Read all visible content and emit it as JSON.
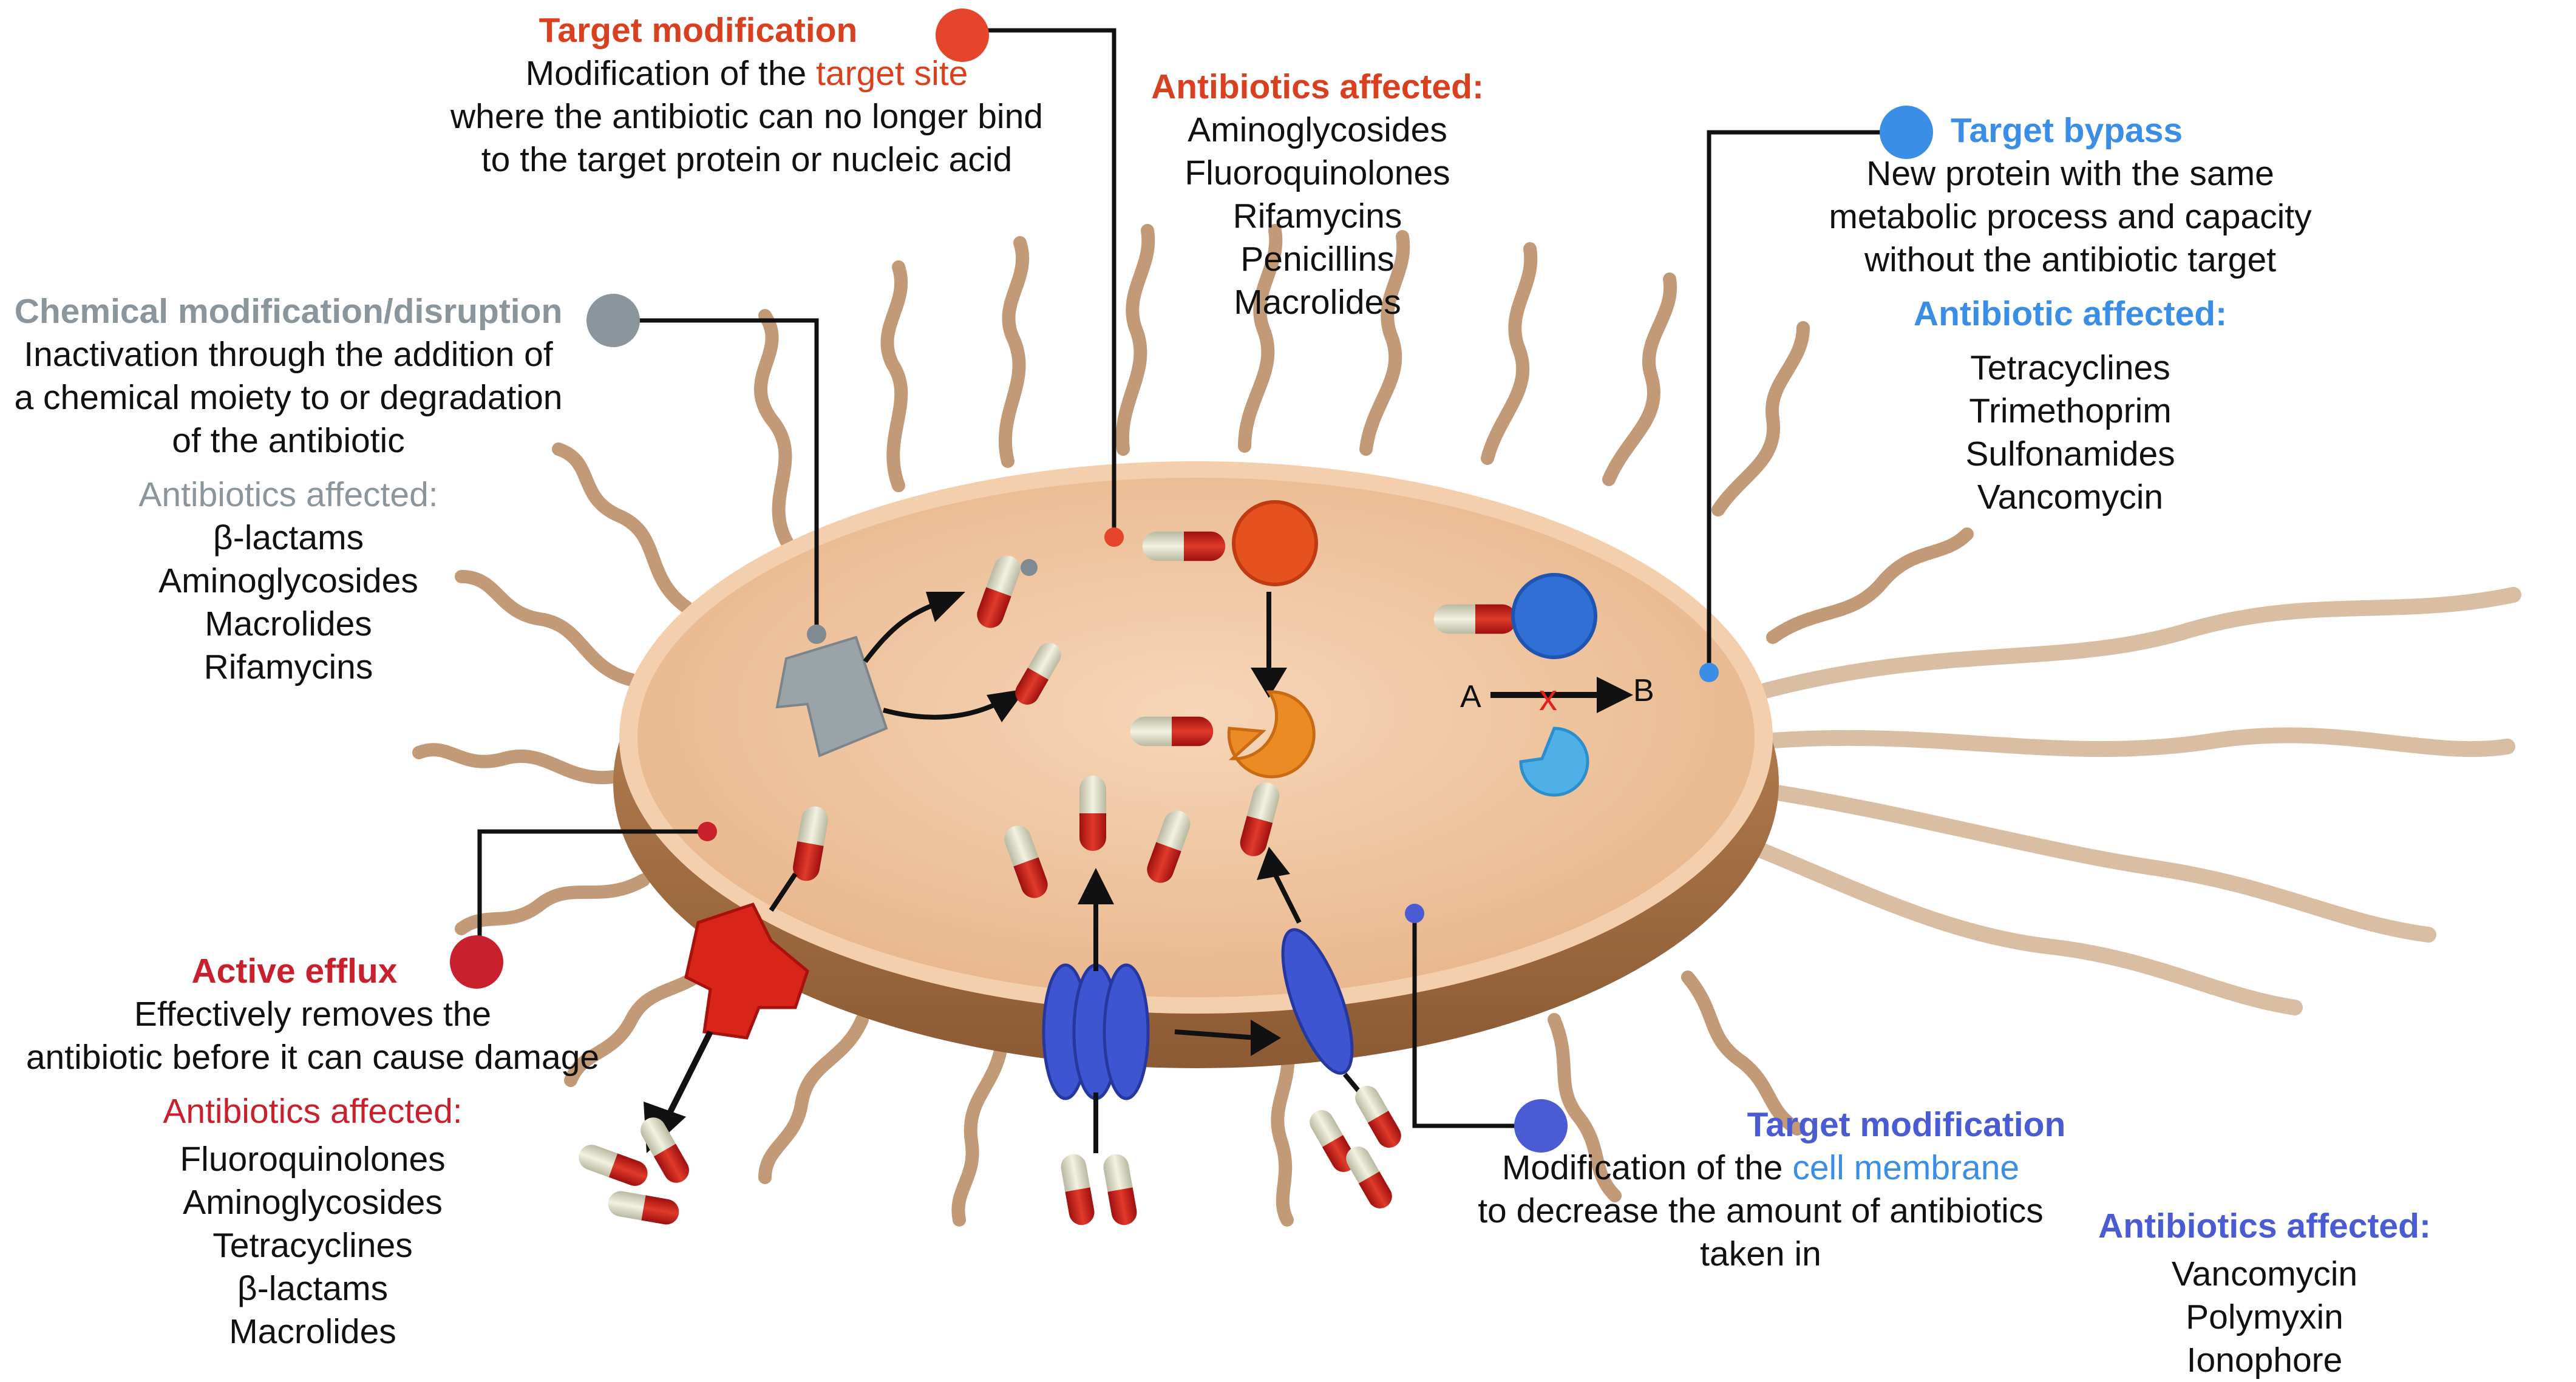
{
  "colors": {
    "target_mod_top": "#d9401f",
    "efflux": "#c8202d",
    "chemical": "#8a959c",
    "bypass": "#3b8ee6",
    "membrane_mod": "#4a5bd4",
    "cell_fill": "#f1c9a5",
    "cell_rim": "#b07a4e",
    "flagella": "#c29a78"
  },
  "target_modification_top": {
    "title": "Target modification",
    "desc_pre": "Modification of the ",
    "desc_highlight": "target site",
    "desc_post_1": "where the antibiotic can no longer bind",
    "desc_post_2": "to the target protein or nucleic acid",
    "affected_label": "Antibiotics affected:",
    "antibiotics": [
      "Aminoglycosides",
      "Fluoroquinolones",
      "Rifamycins",
      "Penicillins",
      "Macrolides"
    ]
  },
  "target_bypass": {
    "title": "Target bypass",
    "desc_1": "New protein with the same",
    "desc_2": "metabolic process and capacity",
    "desc_3": "without the antibiotic target",
    "affected_label": "Antibiotic affected:",
    "antibiotics": [
      "Tetracyclines",
      "Trimethoprim",
      "Sulfonamides",
      "Vancomycin"
    ],
    "pathway_a": "A",
    "pathway_b": "B"
  },
  "chemical_modification": {
    "title": "Chemical modification/disruption",
    "desc_1": "Inactivation through the addition of",
    "desc_2": "a chemical moiety to or degradation",
    "desc_3": "of the antibiotic",
    "affected_label": "Antibiotics affected:",
    "antibiotics": [
      "β-lactams",
      "Aminoglycosides",
      "Macrolides",
      "Rifamycins"
    ]
  },
  "active_efflux": {
    "title": "Active efflux",
    "desc_1": "Effectively removes the",
    "desc_2": "antibiotic before it can cause damage",
    "affected_label": "Antibiotics affected:",
    "antibiotics": [
      "Fluoroquinolones",
      "Aminoglycosides",
      "Tetracyclines",
      "β-lactams",
      "Macrolides"
    ]
  },
  "target_modification_membrane": {
    "title": "Target modification",
    "desc_pre": "Modification of the ",
    "desc_highlight": "cell membrane",
    "desc_2": "to decrease the amount of antibiotics",
    "desc_3": "taken in",
    "affected_label": "Antibiotics affected:",
    "antibiotics": [
      "Vancomycin",
      "Polymyxin",
      "Ionophore"
    ]
  }
}
